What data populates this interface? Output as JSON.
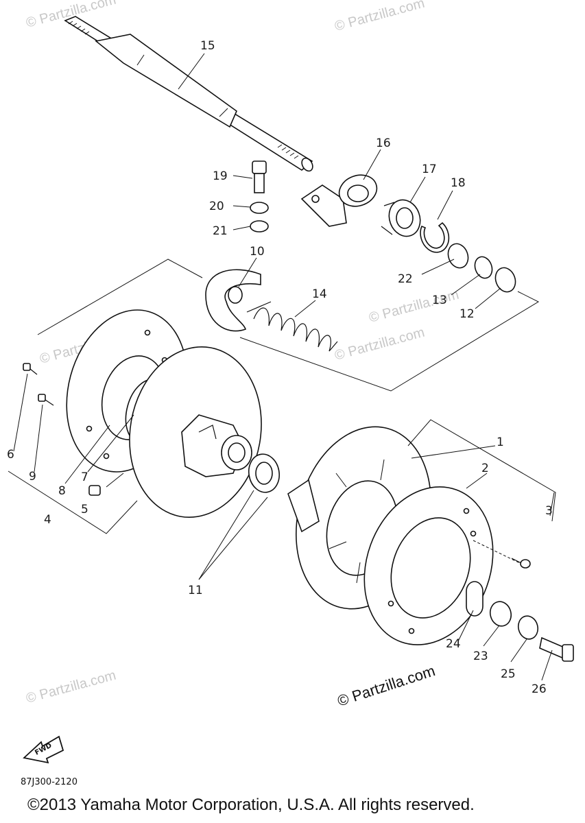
{
  "watermarks": [
    "© Partzilla.com",
    "© Partzilla.com",
    "© Partzilla.com",
    "© Partzilla.com",
    "© Partzilla.com",
    "© Partzilla.com"
  ],
  "main_watermark": "© Partzilla.com",
  "fwd_label": "FWD",
  "diagram_code": "87J300-2120",
  "copyright": "©2013 Yamaha Motor Corporation, U.S.A. All rights reserved.",
  "callouts": {
    "c1": "1",
    "c2": "2",
    "c3": "3",
    "c4": "4",
    "c5": "5",
    "c6": "6",
    "c7": "7",
    "c8": "8",
    "c9": "9",
    "c10": "10",
    "c11": "11",
    "c12": "12",
    "c13": "13",
    "c14": "14",
    "c15": "15",
    "c16": "16",
    "c17": "17",
    "c18": "18",
    "c19": "19",
    "c20": "20",
    "c21": "21",
    "c22": "22",
    "c23": "23",
    "c24": "24",
    "c25": "25",
    "c26": "26"
  }
}
